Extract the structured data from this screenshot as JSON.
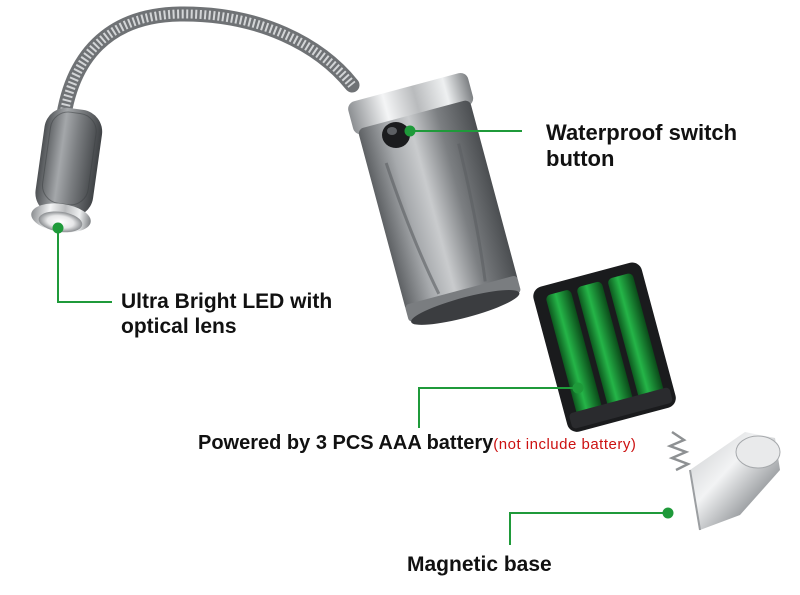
{
  "labels": {
    "switch_line1": "Waterproof switch",
    "switch_line2": "button",
    "led_line1": "Ultra Bright LED with",
    "led_line2": "optical lens",
    "battery_main": "Powered by 3 PCS AAA battery",
    "battery_note": "(not  include  battery)",
    "base": "Magnetic base"
  },
  "colors": {
    "callout_green": "#1f9a3a",
    "note_red": "#cc1111",
    "battery_green": "#1fa83e",
    "body_gray": "#8a8c8e"
  }
}
